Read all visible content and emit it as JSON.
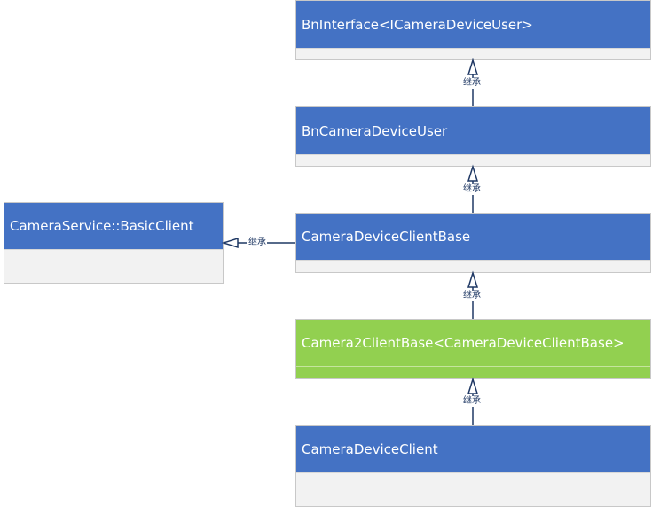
{
  "classes": {
    "bn_interface": "BnInterface<ICameraDeviceUser>",
    "bn_camera_device_user": "BnCameraDeviceUser",
    "camera_device_client_base": "CameraDeviceClientBase",
    "camera2_client_base": "Camera2ClientBase<CameraDeviceClientBase>",
    "camera_device_client": "CameraDeviceClient",
    "basic_client": "CameraService::BasicClient"
  },
  "relations": {
    "label": "继承"
  },
  "colors": {
    "header_blue": "#4472c4",
    "header_green": "#92d050",
    "body_gray": "#f2f2f2",
    "line": "#1f3864"
  }
}
